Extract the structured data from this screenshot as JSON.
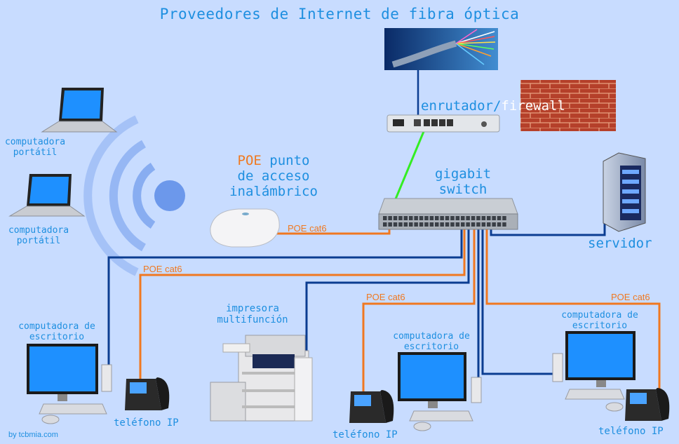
{
  "title": "Proveedores de Internet de fibra óptica",
  "router_label": {
    "prefix": "enrutador/",
    "emph": "firewall"
  },
  "switch_label": {
    "line1": "gigabit",
    "line2": "switch"
  },
  "ap_label": {
    "highlight": "POE",
    "line1_rest": " punto",
    "line2": "de acceso",
    "line3": "inalámbrico"
  },
  "laptop1_label": {
    "line1": "computadora",
    "line2": "portátil"
  },
  "laptop2_label": {
    "line1": "computadora",
    "line2": "portátil"
  },
  "server_label": "servidor",
  "printer_label": {
    "line1": "impresora",
    "line2": "multifunción"
  },
  "desktop_left_label": {
    "line1": "computadora de",
    "line2": "escritorio"
  },
  "desktop_mid_label": {
    "line1": "computadora de",
    "line2": "escritorio"
  },
  "desktop_right_label": {
    "line1": "computadora de",
    "line2": "escritorio"
  },
  "phone_labels": [
    "teléfono IP",
    "teléfono IP",
    "teléfono IP"
  ],
  "poe_cables": [
    "POE cat6",
    "POE cat6",
    "POE cat6",
    "POE cat6"
  ],
  "credit": "by tcbmia.com",
  "colors": {
    "background": "#c8dcff",
    "label": "#1e8fe0",
    "data_cable": "#0b3d91",
    "poe_cable": "#f07820",
    "uplink": "#33ee22",
    "brick": "#b5402a"
  }
}
